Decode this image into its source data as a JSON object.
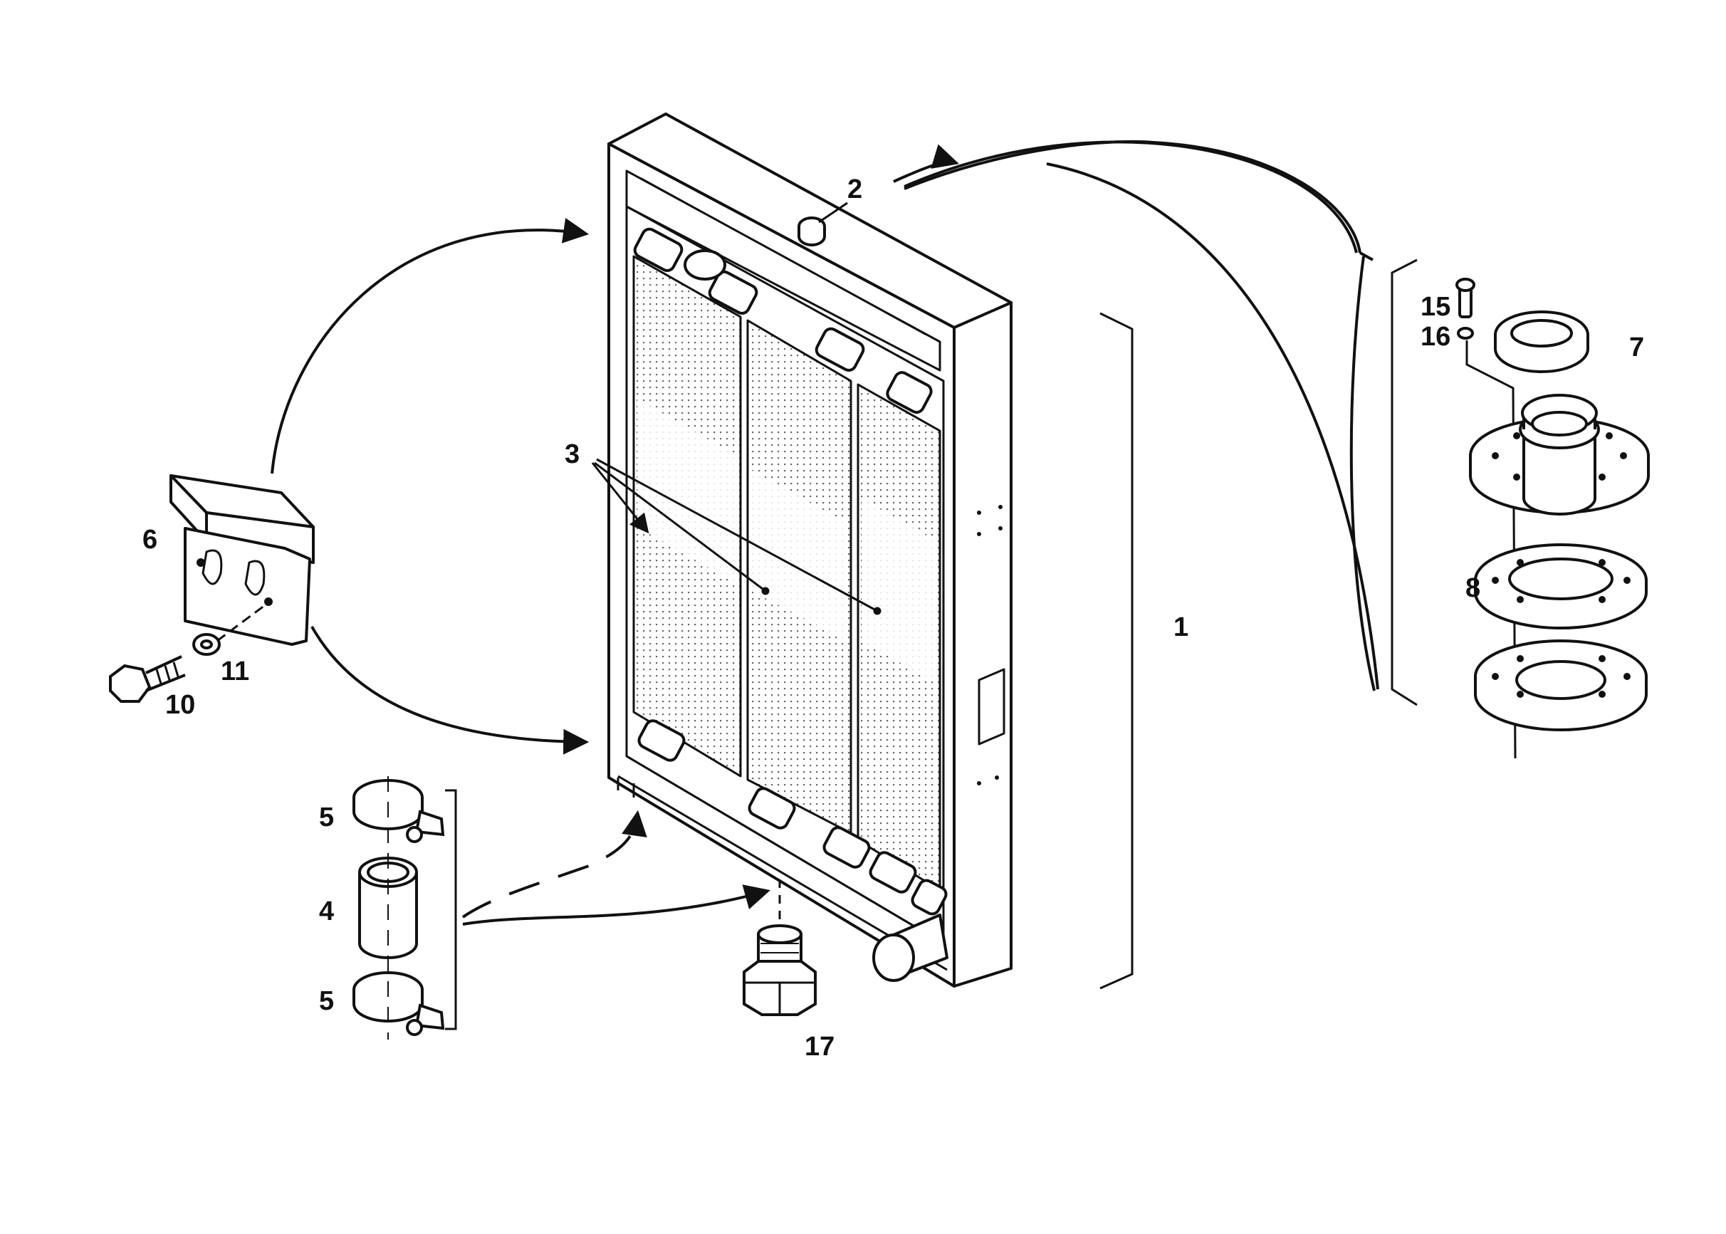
{
  "colors": {
    "ink": "#111111",
    "paper": "#ffffff",
    "fin": "#555555"
  },
  "callouts": {
    "c1": "1",
    "c2": "2",
    "c3": "3",
    "c4": "4",
    "c5a": "5",
    "c5b": "5",
    "c6": "6",
    "c7": "7",
    "c8": "8",
    "c10": "10",
    "c11": "11",
    "c15": "15",
    "c16": "16",
    "c17": "17"
  }
}
